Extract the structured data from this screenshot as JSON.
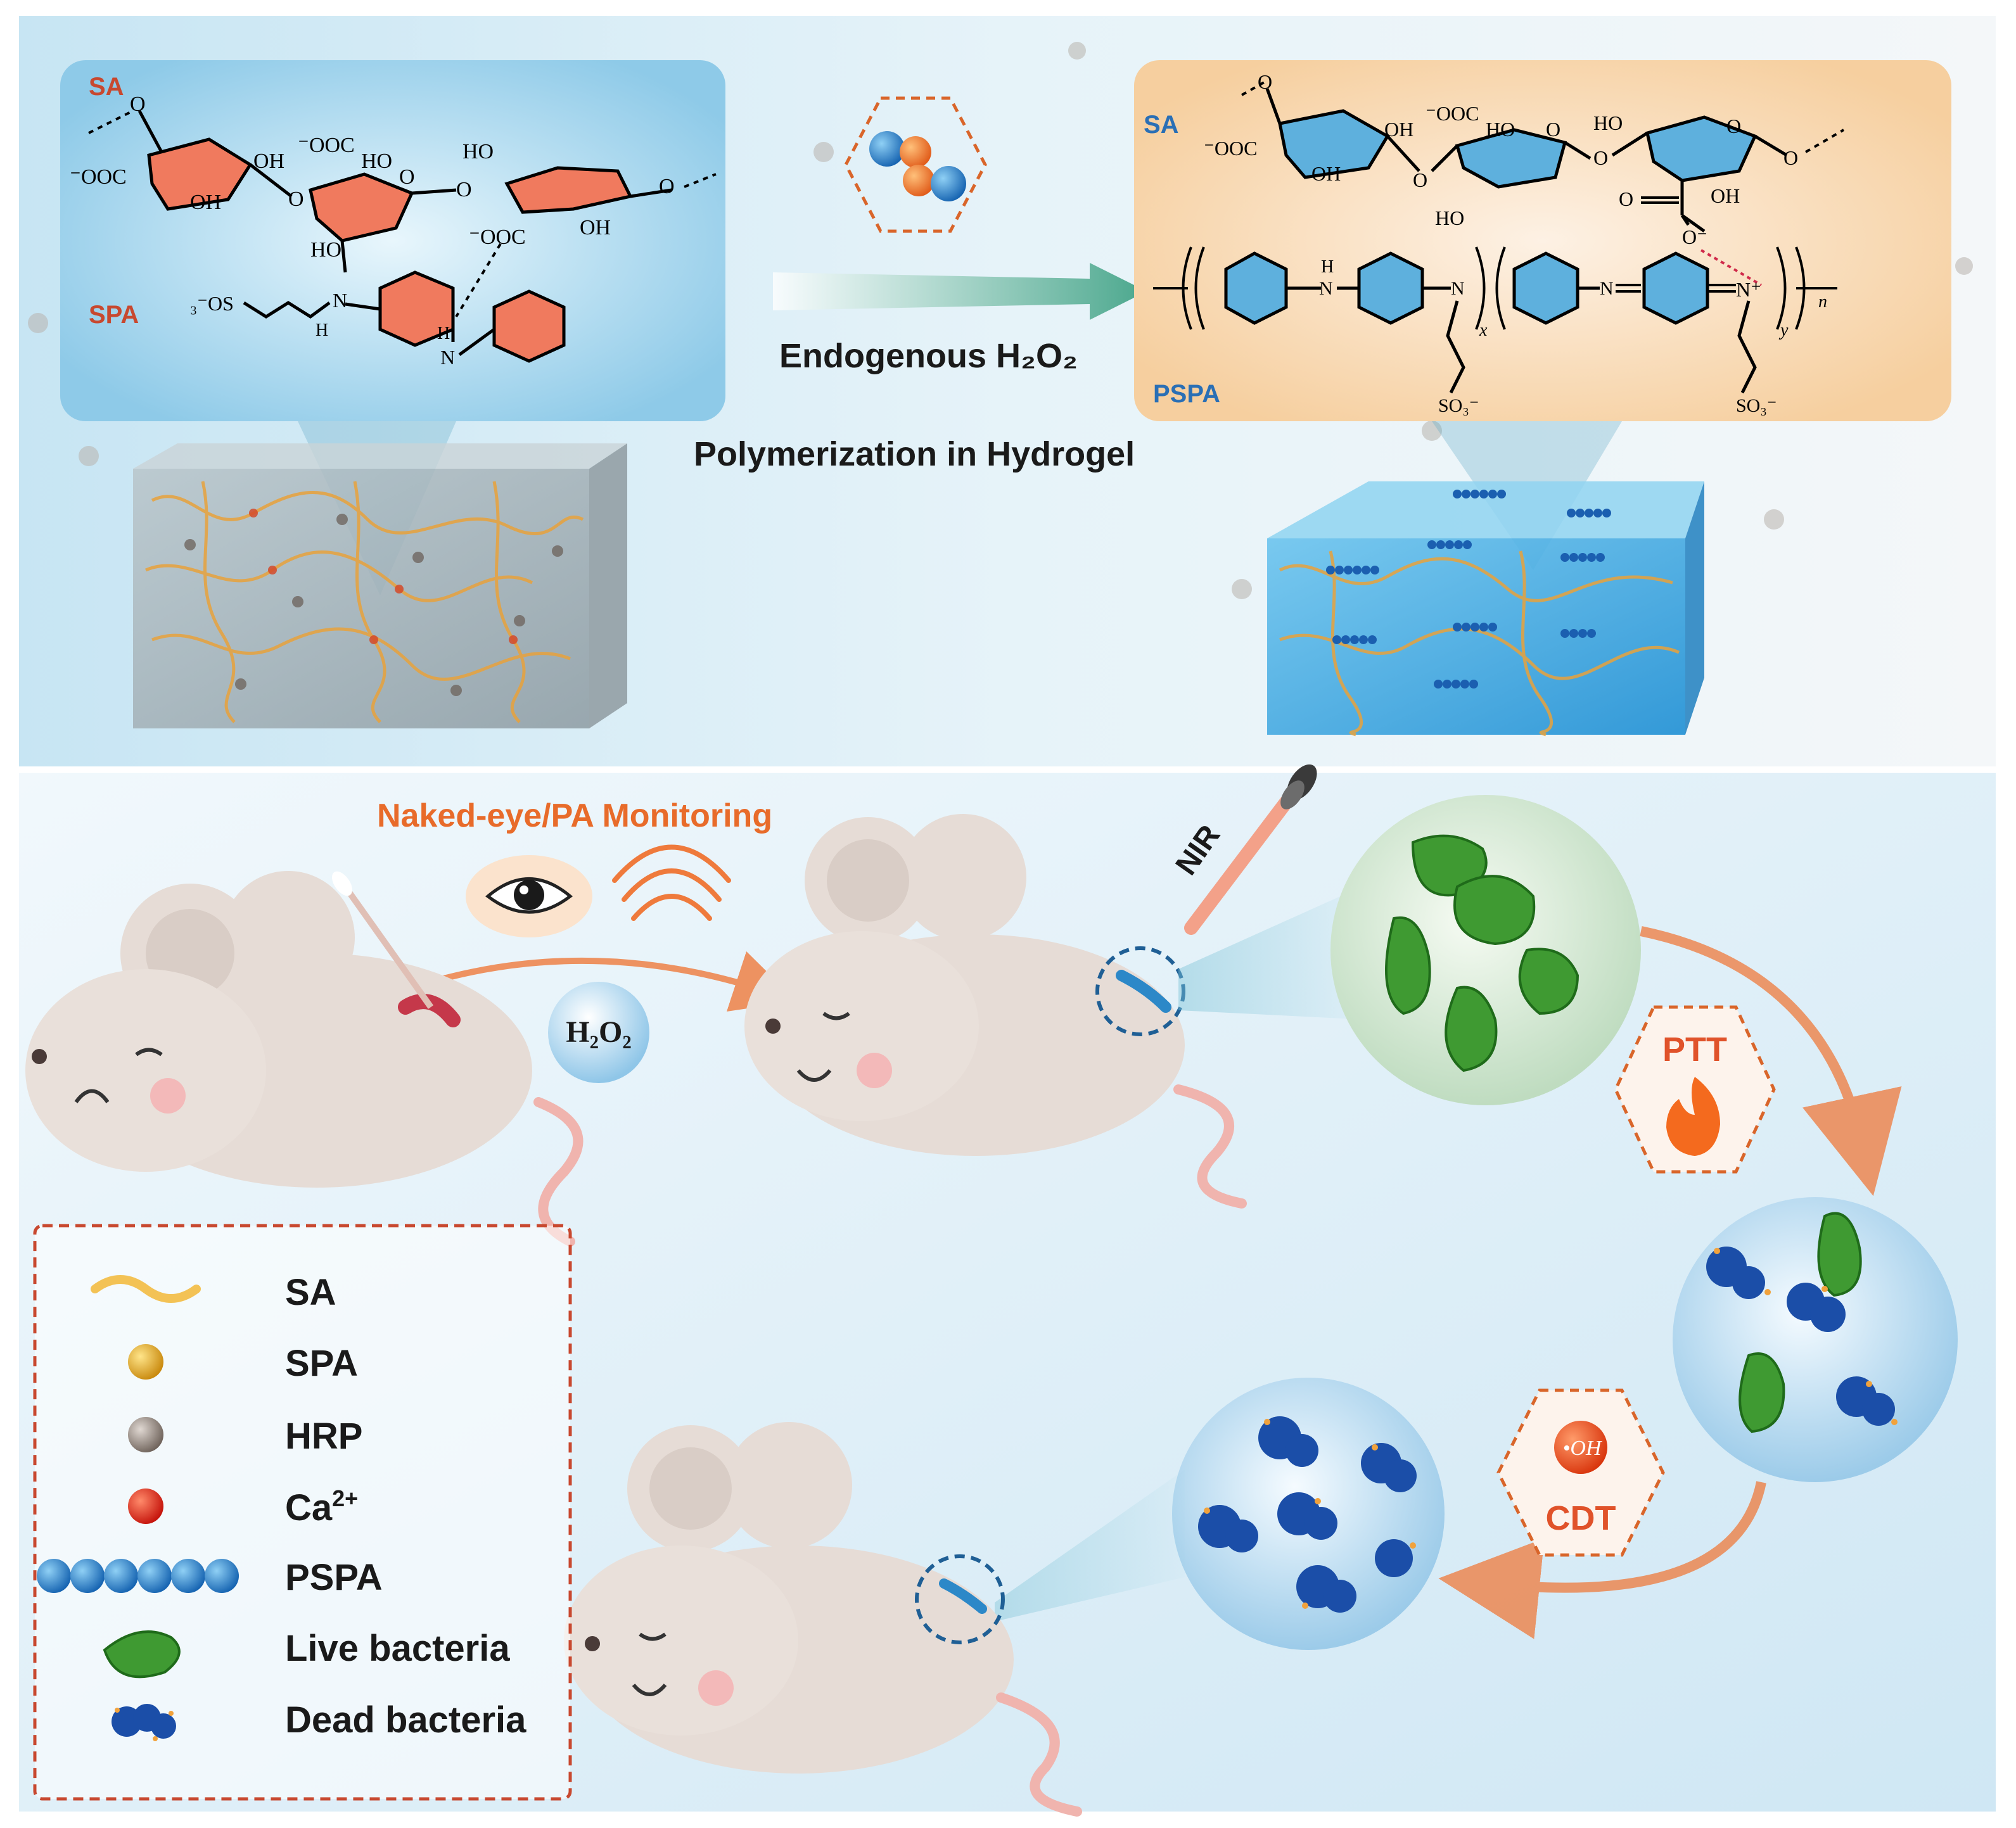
{
  "colors": {
    "red_accent": "#c8482f",
    "blue_accent": "#2a6fb5",
    "orange_accent": "#e86b2a",
    "sa_box": "#a9d8ef",
    "pspa_box": "#f8d9b8",
    "hex_dash": "#d9652a",
    "legend_dash": "#c8482f"
  },
  "top_panel": {
    "left_box": {
      "sa_label": "SA",
      "spa_label": "SPA",
      "groups": {
        "o1": "O",
        "ooc1": "⁻OOC",
        "oh1": "OH",
        "oh2": "OH",
        "ooc2": "⁻OOC",
        "ho1": "HO",
        "o2": "O",
        "o3": "O",
        "ho2": "HO",
        "o4": "O",
        "ooc3": "⁻OOC",
        "oh3": "OH",
        "ho3": "HO",
        "o5": "O",
        "sulf": "₃⁻OS",
        "nh1": "N",
        "h1": "H",
        "h2": "H",
        "nh2": "N"
      }
    },
    "arrow_text_1": "Endogenous H₂O₂",
    "arrow_text_2": "Polymerization in Hydrogel",
    "right_box": {
      "sa_label": "SA",
      "pspa_label": "PSPA",
      "groups": {
        "o1": "O",
        "ooc1": "⁻OOC",
        "oh1": "OH",
        "ooc2": "⁻OOC",
        "oh2": "OH",
        "ho1": "HO",
        "o2": "O",
        "o3": "O",
        "ho2": "HO",
        "ho3": "HO",
        "o4": "O",
        "o5": "O",
        "oh3": "OH",
        "o6": "O",
        "o_minus": "O⁻",
        "nh_h": "H",
        "nh_n": "N",
        "n2": "N",
        "n3": "N",
        "n_plus": "N⁺",
        "sub_x": "x",
        "sub_y": "y",
        "sub_n": "n",
        "so3_1": "SO₃⁻",
        "so3_2": "SO₃⁻"
      }
    }
  },
  "bottom_panel": {
    "monitoring_label": "Naked-eye/PA Monitoring",
    "h2o2_label": "H₂O₂",
    "nir_label": "NIR",
    "ptt_label": "PTT",
    "cdt_label": "CDT",
    "oh_radical_label": "•OH"
  },
  "legend": {
    "items": [
      {
        "label": "SA",
        "icon": "yellow-wave-icon"
      },
      {
        "label": "SPA",
        "icon": "gold-sphere-icon"
      },
      {
        "label": "HRP",
        "icon": "gray-sphere-icon"
      },
      {
        "label": "Ca",
        "sup": "2+",
        "icon": "red-sphere-icon"
      },
      {
        "label": "PSPA",
        "icon": "blue-bead-chain-icon"
      },
      {
        "label": "Live bacteria",
        "icon": "live-bacteria-icon"
      },
      {
        "label": "Dead bacteria",
        "icon": "dead-bacteria-icon"
      }
    ]
  }
}
